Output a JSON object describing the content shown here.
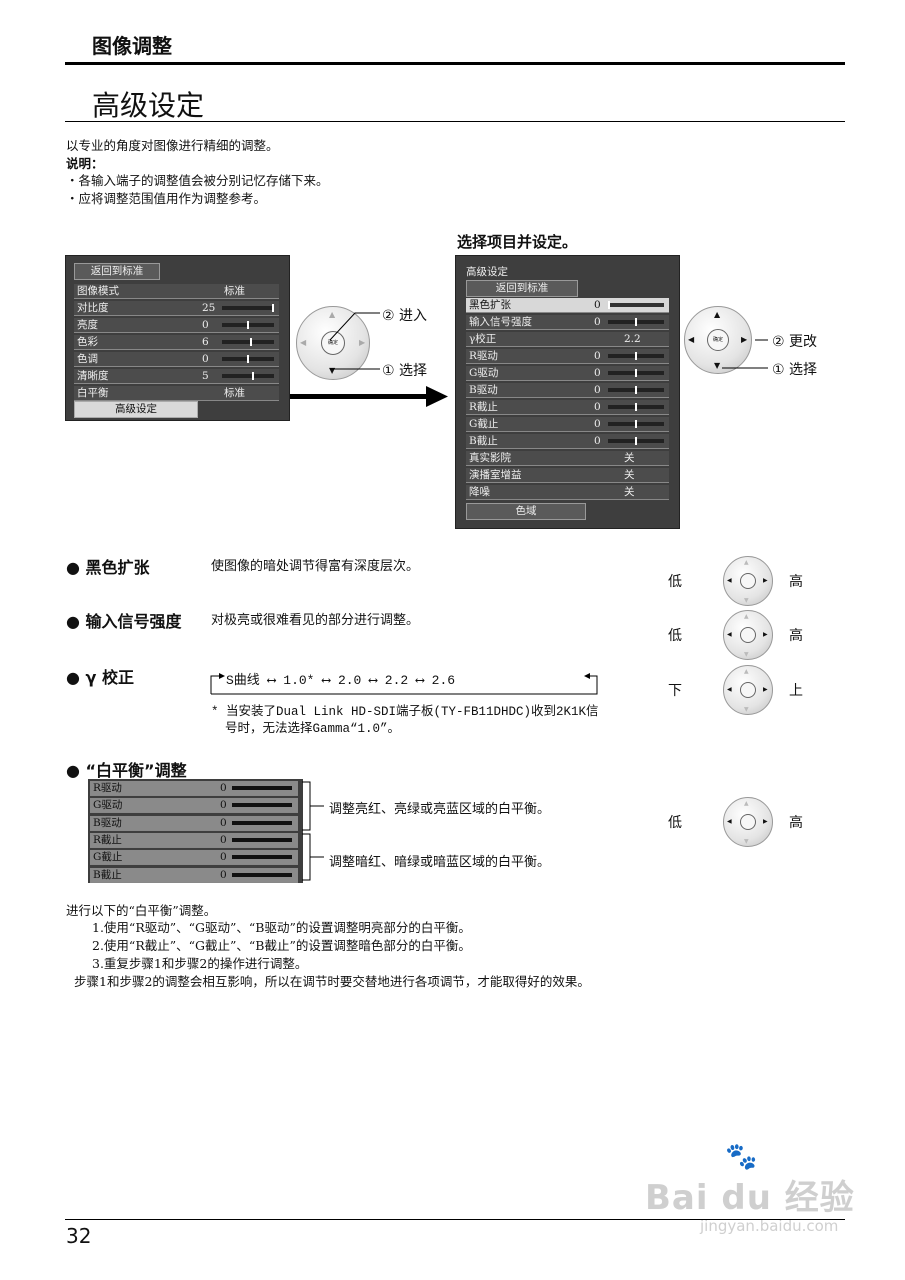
{
  "header": {
    "section": "图像调整",
    "title": "高级设定"
  },
  "intro": {
    "lines": [
      "以专业的角度对图像进行精细的调整。"
    ],
    "note_label": "说明：",
    "notes": [
      "・各输入端子的调整值会被分别记忆存储下来。",
      "・应将调整范围值用作为调整参考。"
    ]
  },
  "step_caption": "选择项目并设定。",
  "menu1": {
    "back": "返回到标准",
    "rows": [
      {
        "label": "图像模式",
        "value": "标准",
        "level": null
      },
      {
        "label": "对比度",
        "value": "25",
        "level": 1.0
      },
      {
        "label": "亮度",
        "value": "0",
        "level": 0.5
      },
      {
        "label": "色彩",
        "value": "6",
        "level": 0.55
      },
      {
        "label": "色调",
        "value": "0",
        "level": 0.5
      },
      {
        "label": "清晰度",
        "value": "5",
        "level": 0.6
      },
      {
        "label": "白平衡",
        "value": "标准",
        "level": null
      }
    ],
    "advanced": "高级设定"
  },
  "dial1": {
    "center": "确定",
    "enter": "② 进入",
    "select": "① 选择"
  },
  "menu2": {
    "title": "高级设定",
    "back": "返回到标准",
    "rows": [
      {
        "label": "黑色扩张",
        "value": "0",
        "level": 0.0,
        "selected": true
      },
      {
        "label": "输入信号强度",
        "value": "0",
        "level": 0.5
      },
      {
        "label": "γ校正",
        "value": "2.2",
        "level": null
      },
      {
        "label": "R驱动",
        "value": "0",
        "level": 0.5
      },
      {
        "label": "G驱动",
        "value": "0",
        "level": 0.5
      },
      {
        "label": "B驱动",
        "value": "0",
        "level": 0.5
      },
      {
        "label": "R截止",
        "value": "0",
        "level": 0.5
      },
      {
        "label": "G截止",
        "value": "0",
        "level": 0.5
      },
      {
        "label": "B截止",
        "value": "0",
        "level": 0.5
      },
      {
        "label": "真实影院",
        "value": "关",
        "level": null
      },
      {
        "label": "演播室增益",
        "value": "关",
        "level": null
      },
      {
        "label": "降噪",
        "value": "关",
        "level": null
      }
    ],
    "gamut": "色域"
  },
  "dial2": {
    "center": "确定",
    "change": "② 更改",
    "select": "① 选择"
  },
  "features": [
    {
      "name": "● 黑色扩张",
      "desc": "使图像的暗处调节得富有深度层次。",
      "left": "低",
      "right": "高"
    },
    {
      "name": "● 输入信号强度",
      "desc": "对极亮或很难看见的部分进行调整。",
      "left": "低",
      "right": "高"
    },
    {
      "name": "● γ 校正",
      "left": "下",
      "right": "上"
    }
  ],
  "gamma": {
    "seq": [
      "S曲线",
      "1.0*",
      "2.0",
      "2.2",
      "2.6"
    ],
    "note1": "* 当安装了Dual Link HD-SDI端子板(TY-FB11DHDC)收到2K1K信",
    "note2": "号时，无法选择Gamma“1.0”。"
  },
  "wb": {
    "title": "● “白平衡”调整",
    "rows": [
      "R驱动",
      "G驱动",
      "B驱动",
      "R截止",
      "G截止",
      "B截止"
    ],
    "value": "0",
    "bright_desc": "调整亮红、亮绿或亮蓝区域的白平衡。",
    "dark_desc": "调整暗红、暗绿或暗蓝区域的白平衡。",
    "left": "低",
    "right": "高"
  },
  "steps": {
    "intro": "进行以下的“白平衡”调整。",
    "s1": "1.使用“R驱动”、“G驱动”、“B驱动”的设置调整明亮部分的白平衡。",
    "s2": "2.使用“R截止”、“G截止”、“B截止”的设置调整暗色部分的白平衡。",
    "s3": "3.重复步骤1和步骤2的操作进行调整。",
    "note": "步骤1和步骤2的调整会相互影响，所以在调节时要交替地进行各项调节，才能取得好的效果。"
  },
  "page_number": "32",
  "watermark": {
    "brand": "Bai du 经验",
    "url": "jingyan.baidu.com"
  }
}
